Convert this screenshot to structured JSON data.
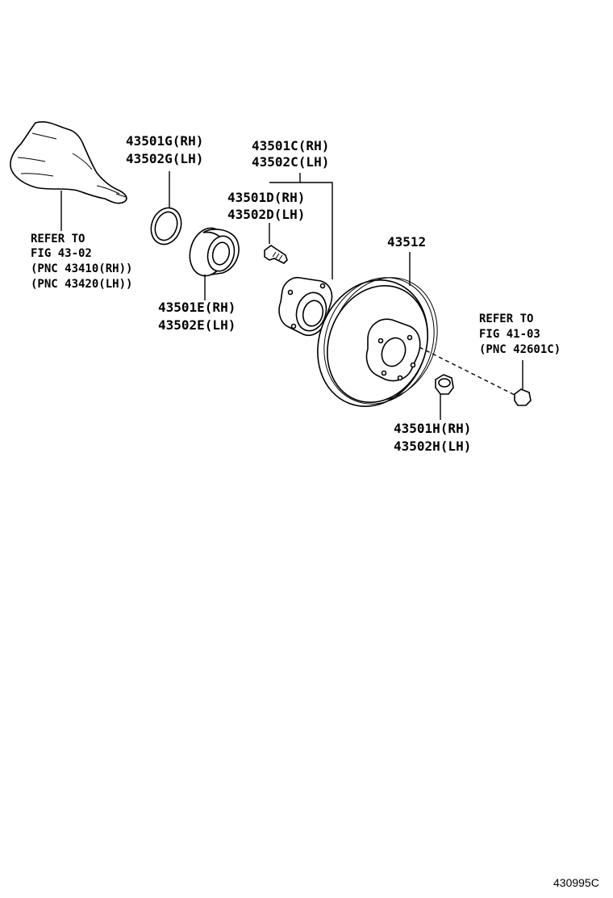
{
  "labels": {
    "snap_ring": [
      "43501G(RH)",
      "43502G(LH)"
    ],
    "hub": [
      "43501C(RH)",
      "43502C(LH)"
    ],
    "hub_bolt": [
      "43501D(RH)",
      "43502D(LH)"
    ],
    "rotor": "43512",
    "bearing": [
      "43501E(RH)",
      "43502E(LH)"
    ],
    "nut": [
      "43501H(RH)",
      "43502H(LH)"
    ],
    "refer_knuckle": [
      "REFER TO",
      "FIG 43-02",
      "(PNC 43410(RH))",
      "(PNC 43420(LH))"
    ],
    "refer_wheel": [
      "REFER TO",
      "FIG 41-03",
      "(PNC 42601C)"
    ]
  },
  "figure_id": "430995C"
}
